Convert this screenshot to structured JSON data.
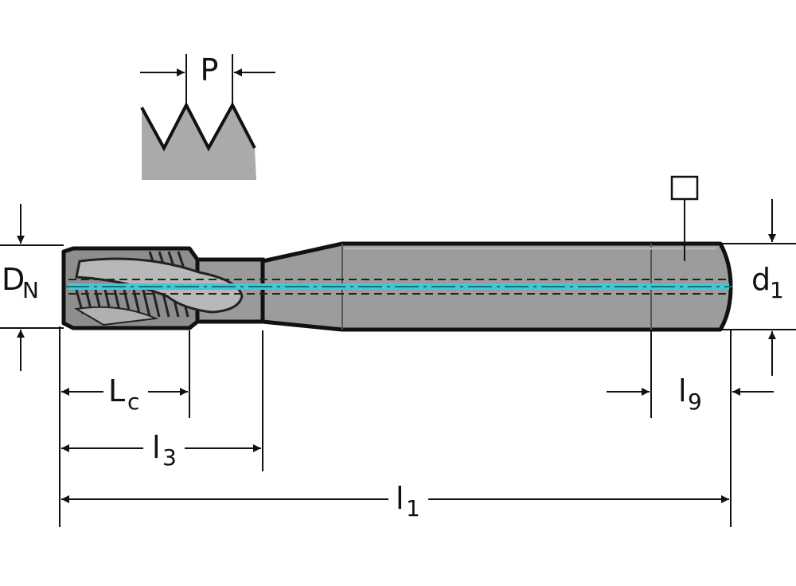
{
  "labels": {
    "pitch": "P",
    "nominal_diameter": "D",
    "nominal_diameter_sub": "N",
    "shank_diameter": "d",
    "shank_diameter_sub": "1",
    "chamfer_length": "L",
    "chamfer_length_sub": "c",
    "thread_length": "l",
    "thread_length_sub": "3",
    "total_length": "l",
    "total_length_sub": "1",
    "square_length": "l",
    "square_length_sub": "9"
  },
  "colors": {
    "body": "#9c9c9c",
    "body_dark": "#7a7a7a",
    "coolant": "#3ec9d6",
    "line": "#111111"
  }
}
